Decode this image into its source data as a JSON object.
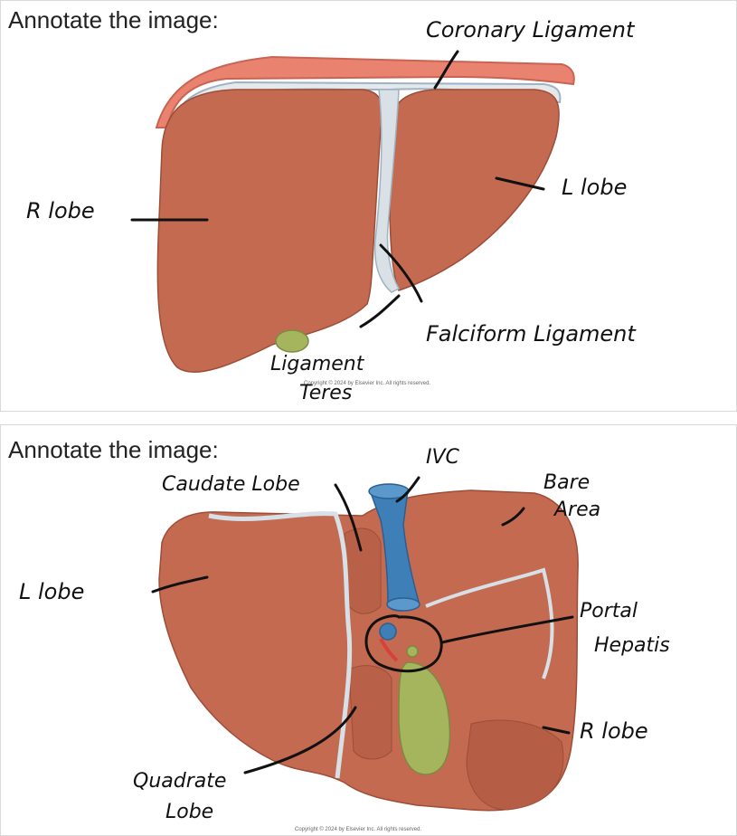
{
  "panels": [
    {
      "title": "Annotate the image:",
      "copyright": "Copyright © 2024 by Elsevier Inc. All rights reserved.",
      "labels": {
        "coronary": "Coronary Ligament",
        "r_lobe": "R lobe",
        "l_lobe": "L lobe",
        "falciform": "Falciform Ligament",
        "teres_1": "Ligament",
        "teres_2": "Teres"
      }
    },
    {
      "title": "Annotate the image:",
      "copyright": "Copyright © 2024 by Elsevier Inc. All rights reserved.",
      "labels": {
        "ivc": "IVC",
        "caudate": "Caudate Lobe",
        "bare_1": "Bare",
        "bare_2": "Area",
        "l_lobe": "L lobe",
        "porta_1": "Portal",
        "porta_2": "Hepatis",
        "r_lobe": "R lobe",
        "quadrate_1": "Quadrate",
        "quadrate_2": "Lobe"
      }
    }
  ],
  "colors": {
    "liver": "#c46a50",
    "liver_dark": "#a9533c",
    "diaphragm": "#e9826f",
    "ligament": "#cfd8df",
    "vessel_blue": "#3f7fb8",
    "artery_red": "#d6423a",
    "gallbladder": "#a5b55e"
  }
}
